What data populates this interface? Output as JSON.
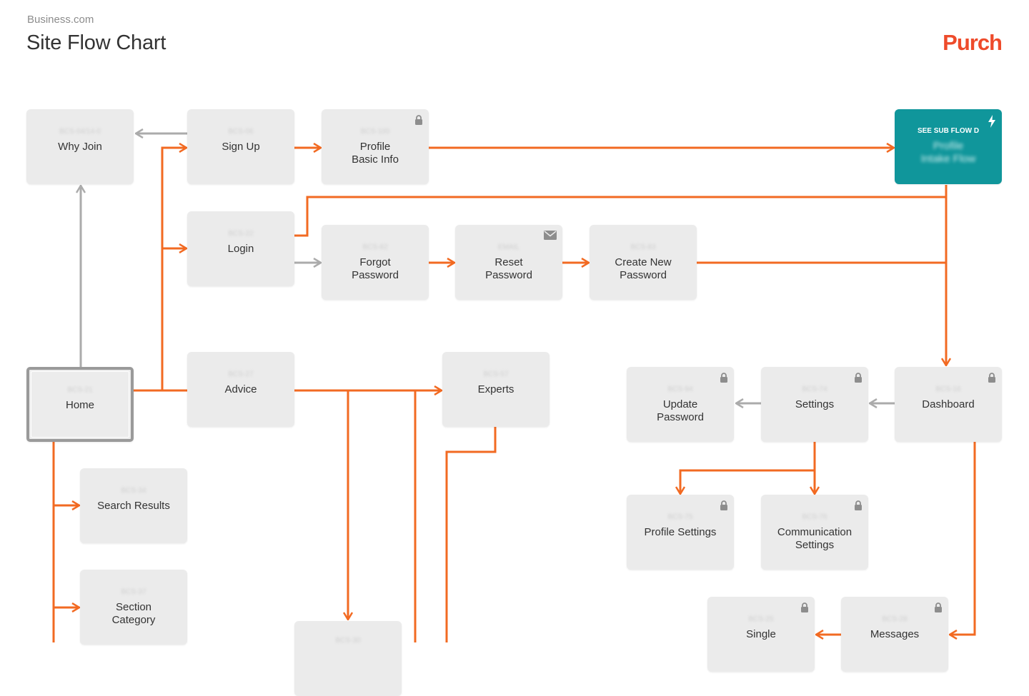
{
  "header": {
    "subtitle": "Business.com",
    "title": "Site Flow Chart",
    "logo": "Purch"
  },
  "colors": {
    "flow": "#f26a22",
    "secondary": "#ababab",
    "node": "#ebebeb",
    "subflow": "#10969b"
  },
  "nodes": {
    "why_join": {
      "code": "BCS-04/14-0",
      "label": "Why Join"
    },
    "sign_up": {
      "code": "BCS-06",
      "label": "Sign Up"
    },
    "profile_basic": {
      "code": "BCS-100",
      "label": "Profile\nBasic Info",
      "icon": "lock-icon"
    },
    "subflow": {
      "title": "SEE SUB FLOW D",
      "label": "Profile\nIntake Flow",
      "icon": "lightning-icon"
    },
    "login": {
      "code": "BCS-22",
      "label": "Login"
    },
    "forgot_password": {
      "code": "BCS-82",
      "label": "Forgot\nPassword"
    },
    "reset_password": {
      "code": "EMAIL",
      "label": "Reset\nPassword",
      "icon": "envelope-icon"
    },
    "create_password": {
      "code": "BCS-83",
      "label": "Create New\nPassword"
    },
    "home": {
      "code": "BCS-21",
      "label": "Home"
    },
    "advice": {
      "code": "BCS-27",
      "label": "Advice"
    },
    "experts": {
      "code": "BCS-57",
      "label": "Experts"
    },
    "update_password": {
      "code": "BCS-94",
      "label": "Update\nPassword",
      "icon": "lock-icon"
    },
    "settings": {
      "code": "BCS-74",
      "label": "Settings",
      "icon": "lock-icon"
    },
    "dashboard": {
      "code": "BCS-16",
      "label": "Dashboard",
      "icon": "lock-icon"
    },
    "search_results": {
      "code": "BCS-34",
      "label": "Search Results"
    },
    "profile_settings": {
      "code": "BCS-75",
      "label": "Profile Settings",
      "icon": "lock-icon"
    },
    "communication_settings": {
      "code": "BCS-76",
      "label": "Communication\nSettings",
      "icon": "lock-icon"
    },
    "section_category": {
      "code": "BCS-37",
      "label": "Section\nCategory"
    },
    "single": {
      "code": "BCS-25",
      "label": "Single",
      "icon": "lock-icon"
    },
    "messages": {
      "code": "BCS-28",
      "label": "Messages",
      "icon": "lock-icon"
    },
    "bottom_node": {
      "code": "BCS-30",
      "label": ""
    }
  }
}
